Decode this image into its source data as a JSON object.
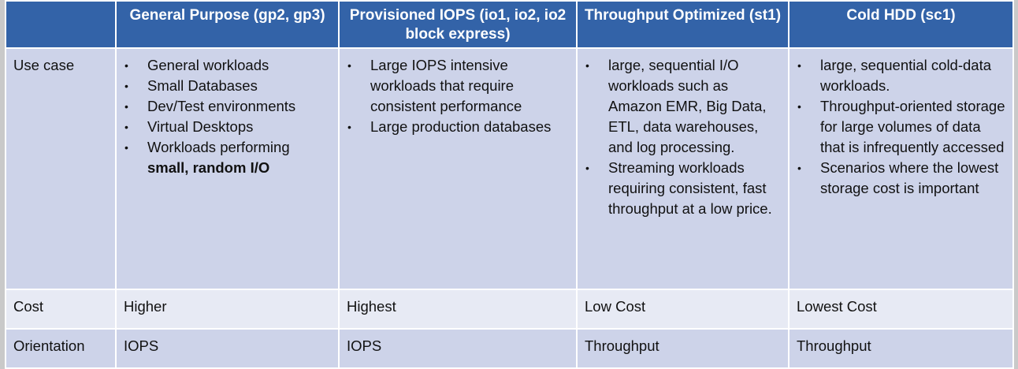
{
  "headers": {
    "col0": "",
    "col1": "General Purpose  (gp2, gp3)",
    "col2": "Provisioned IOPS (io1, io2, io2 block express)",
    "col3": "Throughput Optimized (st1)",
    "col4": "Cold HDD (sc1)"
  },
  "rows": {
    "use_case": {
      "label": "Use case",
      "gp": [
        "General workloads",
        "Small Databases",
        "Dev/Test environments",
        "Virtual Desktops",
        "Workloads performing"
      ],
      "gp_bold_tail": "small, random I/O",
      "piops": [
        "Large IOPS intensive workloads that require consistent performance",
        "Large production databases"
      ],
      "st1": [
        "large, sequential I/O workloads such as Amazon EMR, Big Data, ETL, data warehouses, and log processing.",
        "Streaming workloads requiring consistent, fast throughput at a low price."
      ],
      "sc1": [
        "large, sequential cold-data workloads.",
        "Throughput-oriented storage for large volumes of data that is infrequently accessed",
        "Scenarios where the lowest storage cost is important"
      ]
    },
    "cost": {
      "label": "Cost",
      "gp": "Higher",
      "piops": "Highest",
      "st1": "Low Cost",
      "sc1": "Lowest Cost"
    },
    "orientation": {
      "label": "Orientation",
      "gp": "IOPS",
      "piops": "IOPS",
      "st1": "Throughput",
      "sc1": "Throughput"
    }
  },
  "bullet": "•",
  "colors": {
    "header_bg": "#3363a8",
    "row_dark": "#cdd3e9",
    "row_light": "#e7eaf4"
  }
}
